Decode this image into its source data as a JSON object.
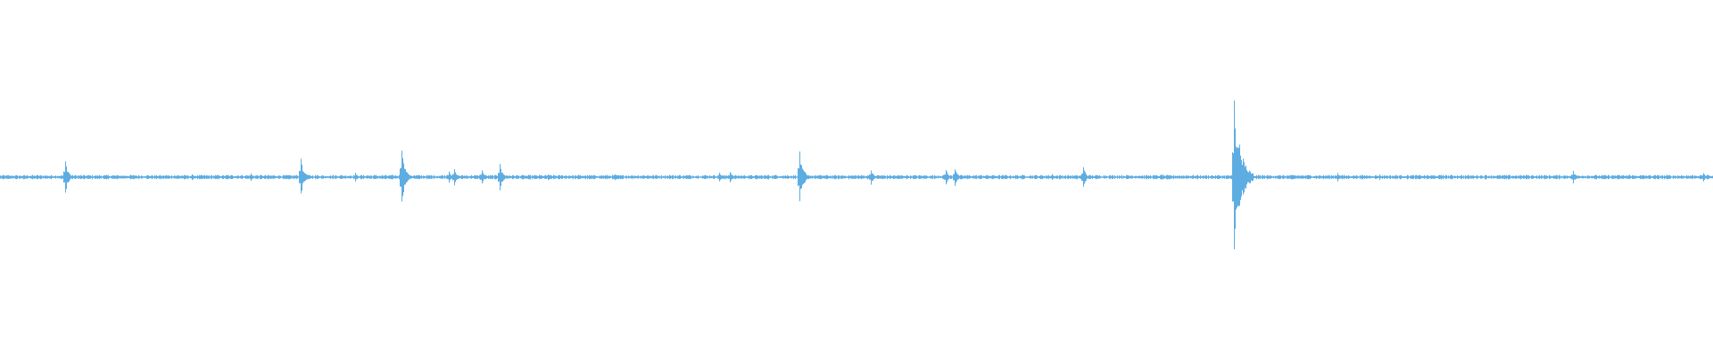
{
  "waveform": {
    "color": "#5dade2",
    "background": "#ffffff",
    "noise_amplitude": 0.015,
    "peaks": [
      {
        "t": 0.038,
        "amp": 0.11
      },
      {
        "t": 0.0785,
        "amp": 0.01
      },
      {
        "t": 0.112,
        "amp": 0.02
      },
      {
        "t": 0.133,
        "amp": 0.015
      },
      {
        "t": 0.1465,
        "amp": 0.025
      },
      {
        "t": 0.1755,
        "amp": 0.12
      },
      {
        "t": 0.2075,
        "amp": 0.03
      },
      {
        "t": 0.2345,
        "amp": 0.18
      },
      {
        "t": 0.262,
        "amp": 0.04
      },
      {
        "t": 0.265,
        "amp": 0.06
      },
      {
        "t": 0.281,
        "amp": 0.05
      },
      {
        "t": 0.2915,
        "amp": 0.09
      },
      {
        "t": 0.32,
        "amp": 0.02
      },
      {
        "t": 0.359,
        "amp": 0.02
      },
      {
        "t": 0.3905,
        "amp": 0.015
      },
      {
        "t": 0.42,
        "amp": 0.03
      },
      {
        "t": 0.426,
        "amp": 0.035
      },
      {
        "t": 0.4485,
        "amp": 0.015
      },
      {
        "t": 0.4665,
        "amp": 0.18
      },
      {
        "t": 0.5085,
        "amp": 0.05
      },
      {
        "t": 0.552,
        "amp": 0.05
      },
      {
        "t": 0.5575,
        "amp": 0.06
      },
      {
        "t": 0.614,
        "amp": 0.02
      },
      {
        "t": 0.6325,
        "amp": 0.07
      },
      {
        "t": 0.678,
        "amp": 0.02
      },
      {
        "t": 0.7205,
        "amp": 0.5
      },
      {
        "t": 0.7805,
        "amp": 0.03
      },
      {
        "t": 0.805,
        "amp": 0.02
      },
      {
        "t": 0.842,
        "amp": 0.015
      },
      {
        "t": 0.867,
        "amp": 0.015
      },
      {
        "t": 0.891,
        "amp": 0.015
      },
      {
        "t": 0.918,
        "amp": 0.045
      },
      {
        "t": 0.951,
        "amp": 0.015
      },
      {
        "t": 0.9945,
        "amp": 0.03
      }
    ]
  }
}
